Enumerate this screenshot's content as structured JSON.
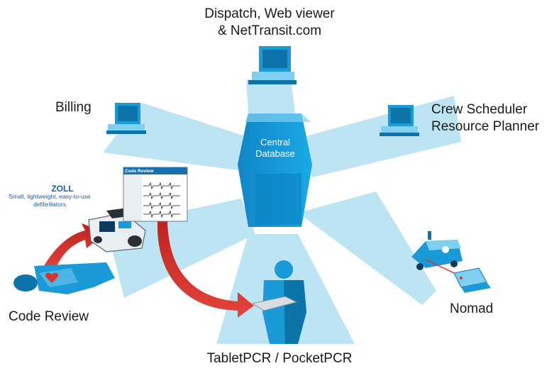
{
  "labels": {
    "dispatch_line1": "Dispatch, Web viewer",
    "dispatch_line2": "& NetTransit.com",
    "billing": "Billing",
    "crew_line1": "Crew Scheduler",
    "crew_line2": "Resource Planner",
    "central_line1": "Central",
    "central_line2": "Database",
    "code_review": "Code Review",
    "nomad": "Nomad",
    "tablet": "TabletPCR / PocketPCR"
  },
  "zoll": {
    "brand": "ZOLL",
    "tagline": "Small, lightweight, easy-to-use defibrillators"
  },
  "window": {
    "title": "Code Review"
  },
  "colors": {
    "beam": "#bde4f3",
    "device": "#1a9bd7",
    "device_dark": "#0d74aa",
    "device_light": "#7fd0f0",
    "arrow": "#d8322c",
    "zoll_text": "#1d5fa8"
  }
}
